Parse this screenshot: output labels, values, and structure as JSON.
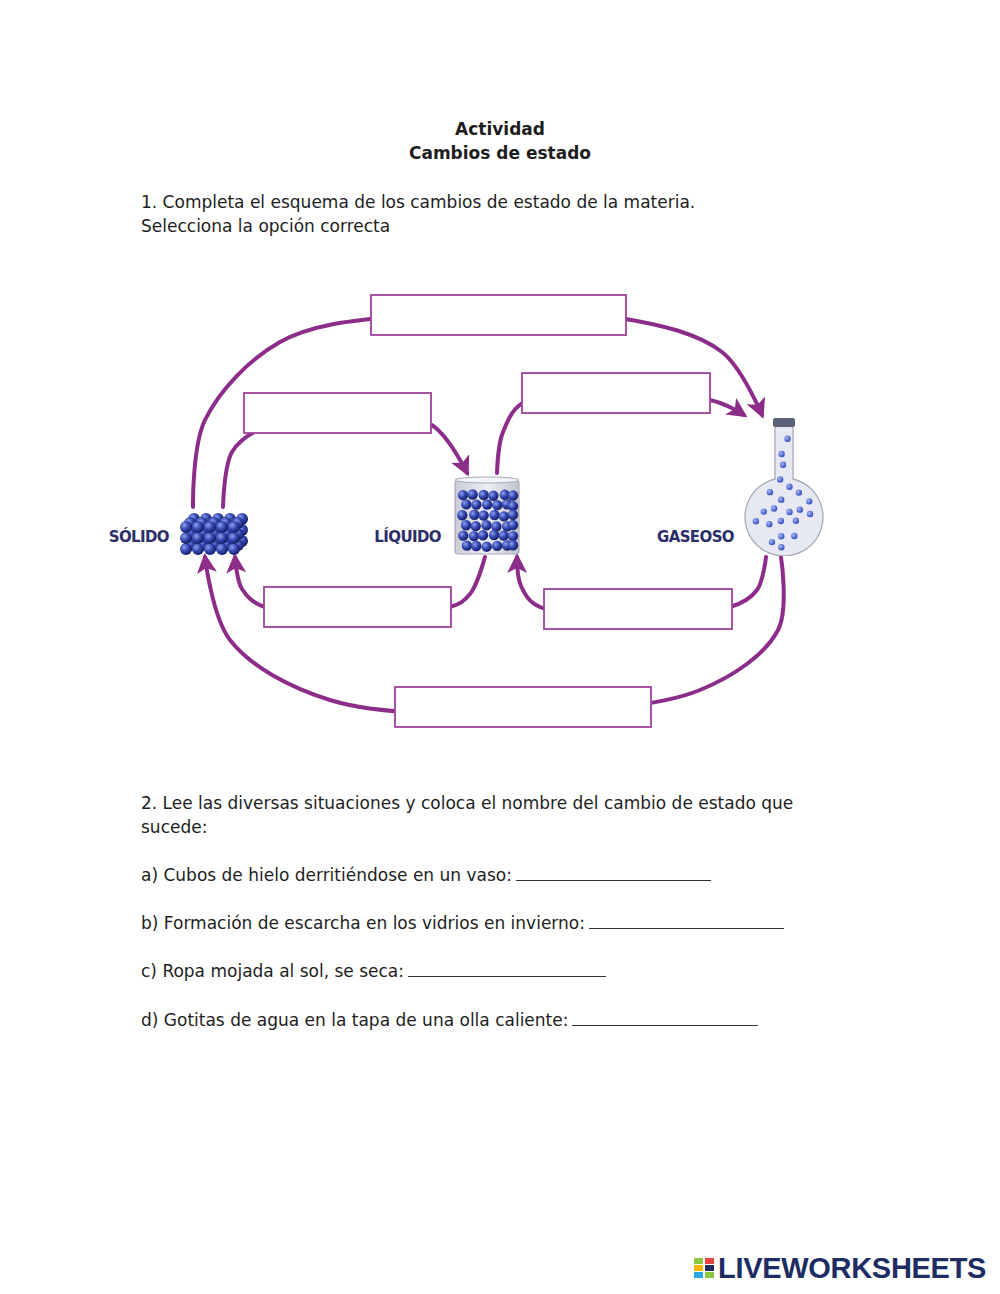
{
  "diagram": {
    "title": "Actividad",
    "nodes": [
      {
        "text": [
          "SÓLIDO"
        ]
      },
      {
        "text": [
          "LÍQUIDO"
        ]
      },
      {
        "text": [
          "GASEOSO"
        ]
      }
    ],
    "edges": [
      {
        "from": 0,
        "to": 2,
        "arrow": "to"
      },
      {
        "from": 0,
        "to": 1,
        "arrow": "to"
      },
      {
        "from": 1,
        "to": 2,
        "arrow": "to"
      },
      {
        "from": 2,
        "to": 1,
        "arrow": "to"
      },
      {
        "from": 1,
        "to": 0,
        "arrow": "to"
      },
      {
        "from": 2,
        "to": 0,
        "arrow": "to"
      }
    ],
    "labels": [
      "Cambios de estado",
      "1. Completa el esquema de los cambios de estado de la materia.",
      "Selecciona la opción correcta",
      "2. Lee las diversas situaciones y coloca el nombre del cambio de estado que sucede:",
      "a) Cubos de hielo derritiéndose en un vaso:",
      "b) Formación de escarcha en los vidrios en invierno:",
      "c) Ropa mojada al sol, se seca:",
      "d) Gotitas de agua en la tapa de una olla caliente:",
      "LIVEWORKSHEETS"
    ]
  }
}
